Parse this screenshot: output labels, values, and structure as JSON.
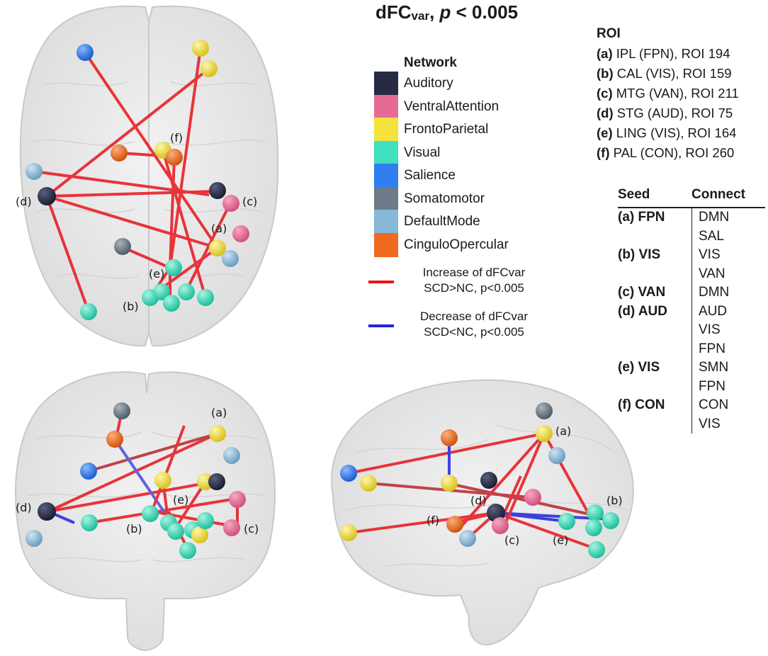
{
  "title": {
    "main": "dFC",
    "sub": "var",
    "rest": ", ",
    "p": "p",
    "thresh": " < 0.005"
  },
  "network_legend": {
    "heading": "Network",
    "items": [
      {
        "label": "Auditory",
        "color": "#262a43"
      },
      {
        "label": "VentralAttention",
        "color": "#e56b94"
      },
      {
        "label": "FrontoParietal",
        "color": "#f4e23d"
      },
      {
        "label": "Visual",
        "color": "#3fe0bd"
      },
      {
        "label": "Salience",
        "color": "#2f7ff0"
      },
      {
        "label": "Somatomotor",
        "color": "#6c7b87"
      },
      {
        "label": "DefaultMode",
        "color": "#87b7d8"
      },
      {
        "label": "CinguloOpercular",
        "color": "#ef6a1f"
      }
    ]
  },
  "line_legend": [
    {
      "line1": "Increase of dFCvar",
      "line2": "SCD>NC, p<0.005",
      "color": "#e8141c"
    },
    {
      "line1": "Decrease of dFCvar",
      "line2": "SCD<NC, p<0.005",
      "color": "#2222dd"
    }
  ],
  "roi": {
    "heading": "ROI",
    "items": [
      {
        "tag": "(a)",
        "text": "IPL (FPN), ROI 194"
      },
      {
        "tag": "(b)",
        "text": "CAL (VIS), ROI 159"
      },
      {
        "tag": "(c)",
        "text": "MTG (VAN), ROI 211"
      },
      {
        "tag": "(d)",
        "text": "STG (AUD), ROI 75"
      },
      {
        "tag": "(e)",
        "text": "LING (VIS), ROI 164"
      },
      {
        "tag": "(f)",
        "text": "PAL (CON), ROI 260"
      }
    ]
  },
  "seed_table": {
    "header_seed": "Seed",
    "header_connect": "Connect",
    "rows": [
      {
        "seed": "(a) FPN",
        "connect": "DMN"
      },
      {
        "seed": "",
        "connect": "SAL"
      },
      {
        "seed": "(b) VIS",
        "connect": "VIS"
      },
      {
        "seed": "",
        "connect": "VAN"
      },
      {
        "seed": "(c) VAN",
        "connect": "DMN"
      },
      {
        "seed": "(d) AUD",
        "connect": "AUD"
      },
      {
        "seed": "",
        "connect": "VIS"
      },
      {
        "seed": "",
        "connect": "FPN"
      },
      {
        "seed": "(e) VIS",
        "connect": "SMN"
      },
      {
        "seed": "",
        "connect": "FPN"
      },
      {
        "seed": "(f) CON",
        "connect": "CON"
      },
      {
        "seed": "",
        "connect": "VIS"
      }
    ]
  },
  "node_labels": {
    "a": "(a)",
    "b": "(b)",
    "c": "(c)",
    "d": "(d)",
    "e": "(e)",
    "f": "(f)"
  }
}
